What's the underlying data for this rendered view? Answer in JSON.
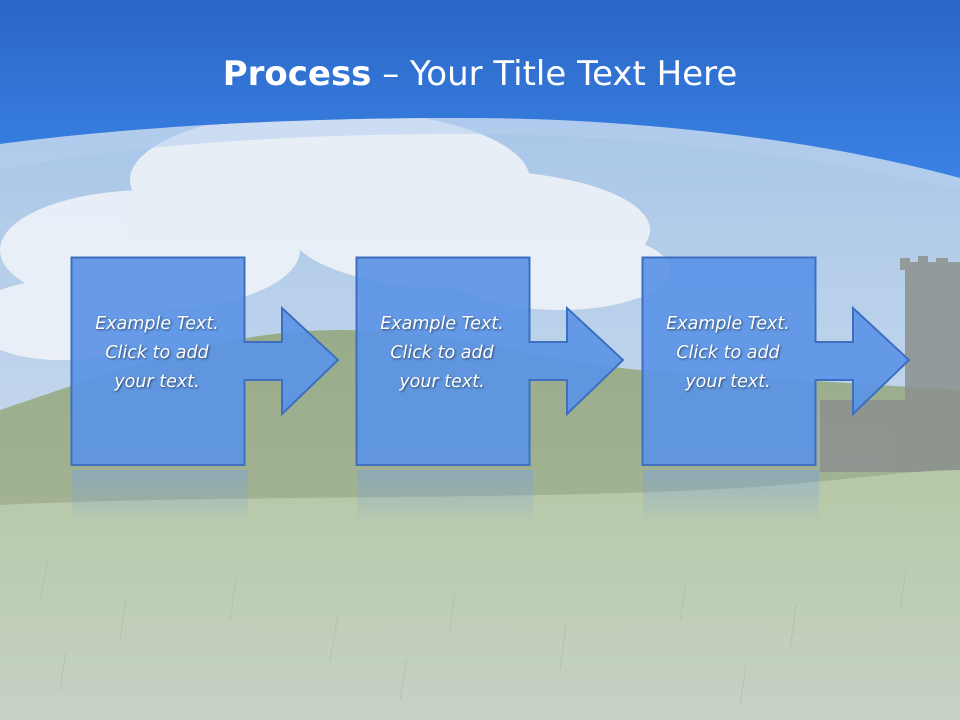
{
  "slide": {
    "title_bold": "Process",
    "title_rest": " – Your Title Text Here"
  },
  "steps": [
    {
      "lines": [
        "Example Text.",
        "Click  to add",
        "your text."
      ]
    },
    {
      "lines": [
        "Example Text.",
        "Click  to add",
        "your text."
      ]
    },
    {
      "lines": [
        "Example Text.",
        "Click  to add",
        "your text."
      ]
    }
  ],
  "colors": {
    "header_blue": "#2f71d1",
    "box_fill": "#5b94e6",
    "box_stroke": "#3e6fbf"
  }
}
